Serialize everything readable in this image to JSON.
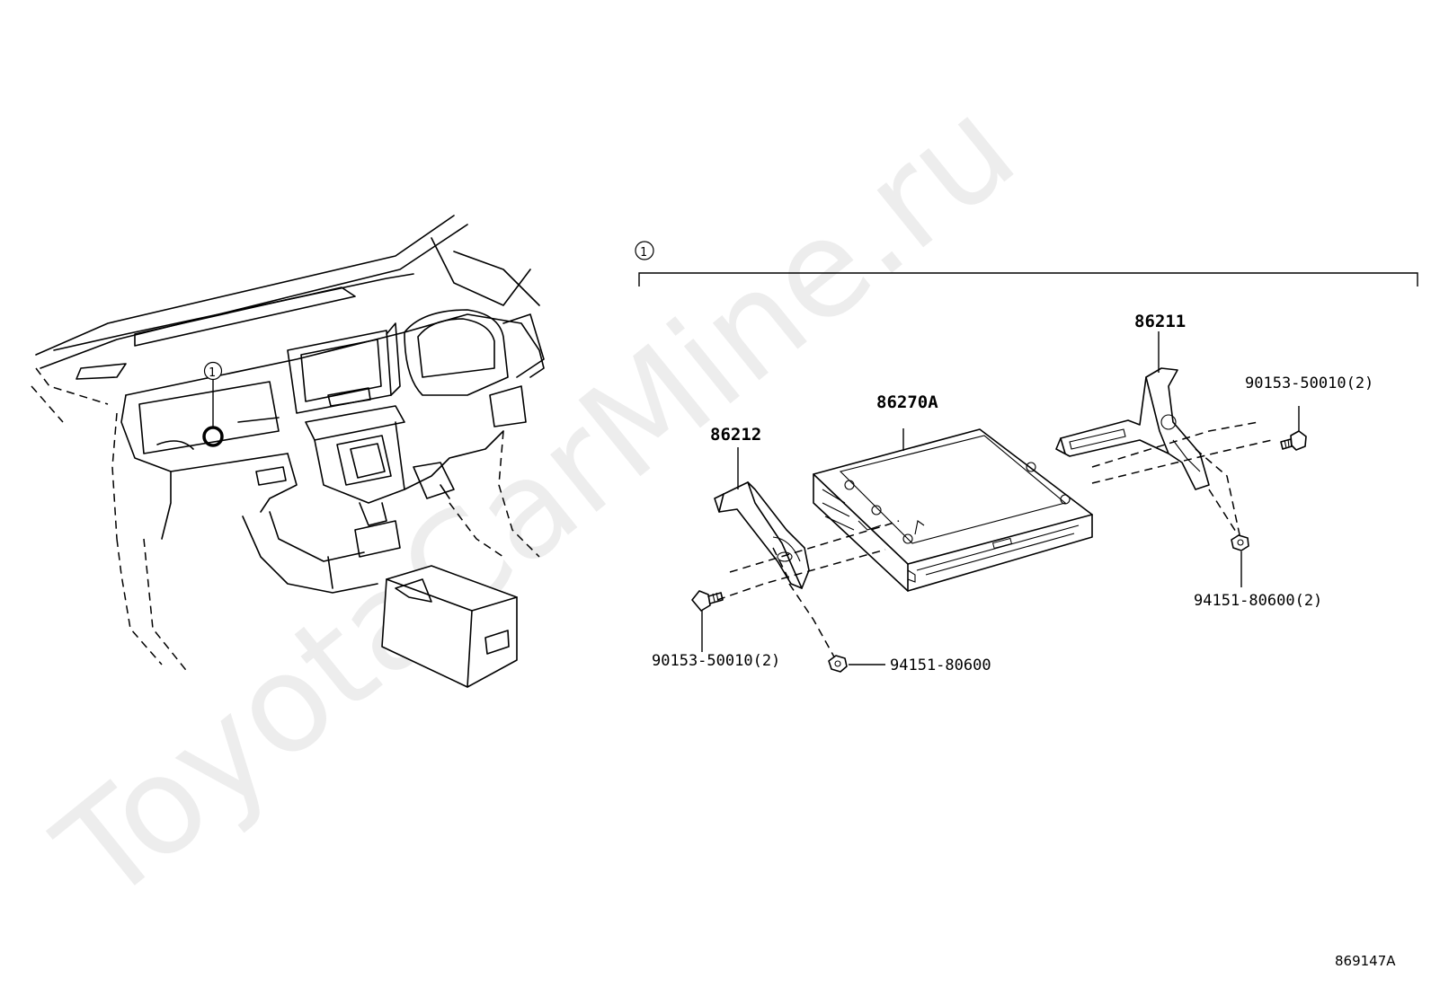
{
  "watermark": "ToyotaCarMine.ru",
  "diagram_code": "869147A",
  "callout_symbol": "1",
  "labels": {
    "receiver_assembly": "86270A",
    "bracket_left": "86212",
    "bracket_right": "86211",
    "bolt_left": "90153-50010(2)",
    "bolt_right": "90153-50010(2)",
    "nut_left": "94151-80600",
    "nut_right": "94151-80600(2)"
  }
}
